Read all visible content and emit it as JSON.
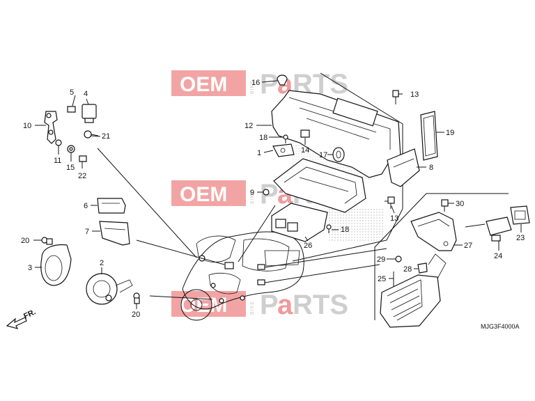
{
  "watermark": {
    "oem": "OEM",
    "bike": "BIKE",
    "parts_p": "P",
    "parts_a": "a",
    "parts_rest": "RTS",
    "oem_bg": "#f2a4a4",
    "parts_accent": "#ef8f8f"
  },
  "callouts": {
    "n1": "1",
    "n2": "2",
    "n3": "3",
    "n4": "4",
    "n5": "5",
    "n6": "6",
    "n7": "7",
    "n8": "8",
    "n9": "9",
    "n10": "10",
    "n11": "11",
    "n12": "12",
    "n13a": "13",
    "n13b": "13",
    "n14": "14",
    "n15": "15",
    "n16": "16",
    "n17": "17",
    "n18a": "18",
    "n18b": "18",
    "n19": "19",
    "n20a": "20",
    "n20b": "20",
    "n21": "21",
    "n22": "22",
    "n23": "23",
    "n24": "24",
    "n25": "25",
    "n26": "26",
    "n27": "27",
    "n28": "28",
    "n29": "29",
    "n30": "30"
  },
  "front_arrow": "FR.",
  "diagram_code": "MJG3F4000A"
}
